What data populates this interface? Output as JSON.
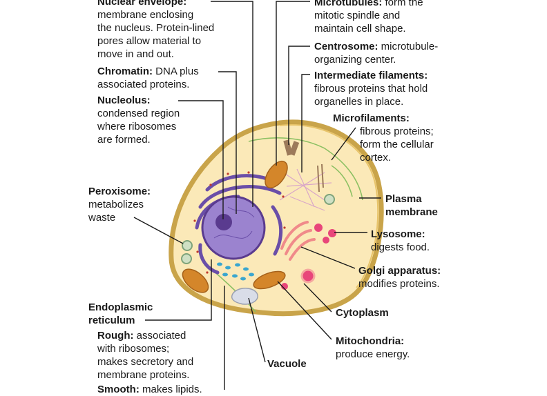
{
  "labels": {
    "nuclear_envelope": {
      "name": "Nuclear envelope:",
      "lines": [
        "membrane enclosing",
        "the nucleus. Protein-lined",
        "pores allow material to",
        "move in and out."
      ]
    },
    "chromatin": {
      "name": "Chromatin:",
      "first_rest": " DNA plus",
      "lines": [
        "associated proteins."
      ]
    },
    "nucleolus": {
      "name": "Nucleolus:",
      "lines": [
        "condensed region",
        "where ribosomes",
        "are formed."
      ]
    },
    "peroxisome": {
      "name": "Peroxisome:",
      "lines": [
        "metabolizes",
        "waste"
      ]
    },
    "endoplasmic_reticulum": {
      "name_line1": "Endoplasmic",
      "name_line2": "reticulum"
    },
    "rough_er": {
      "name": "Rough:",
      "first_rest": " associated",
      "lines": [
        "with ribosomes;",
        "makes secretory and",
        "membrane proteins."
      ]
    },
    "smooth_er": {
      "name": "Smooth:",
      "first_rest": " makes lipids."
    },
    "microtubules": {
      "name": "Microtubules:",
      "first_rest": " form the",
      "lines": [
        "mitotic spindle and",
        "maintain cell shape."
      ]
    },
    "centrosome": {
      "name": "Centrosome:",
      "first_rest": " microtubule-",
      "lines": [
        "organizing center."
      ]
    },
    "intermediate_filaments": {
      "name": "Intermediate filaments:",
      "lines": [
        "fibrous proteins that hold",
        "organelles in place."
      ]
    },
    "microfilaments": {
      "name": "Microfilaments:",
      "lines": [
        "fibrous proteins;",
        "form the cellular",
        "cortex."
      ]
    },
    "plasma_membrane": {
      "name_line1": "Plasma",
      "name_line2": "membrane"
    },
    "lysosome": {
      "name": "Lysosome:",
      "lines": [
        "digests food."
      ]
    },
    "golgi": {
      "name": "Golgi apparatus:",
      "lines": [
        "modifies proteins."
      ]
    },
    "cytoplasm": {
      "name": "Cytoplasm"
    },
    "mitochondria": {
      "name": "Mitochondria:",
      "lines": [
        "produce energy."
      ]
    },
    "vacuole": {
      "name": "Vacuole"
    }
  },
  "colors": {
    "cell_membrane": "#c9a44a",
    "cytoplasm": "#fbe9b8",
    "nucleus": "#8a6fc0",
    "nucleolus": "#5a3b8f",
    "rough_er": "#6a4ea8",
    "smooth_er": "#3aa6cf",
    "mitochondria": "#d4862a",
    "golgi": "#f08a8a",
    "lysosome": "#e8467a",
    "peroxisome": "#9cc29a",
    "vacuole": "#d9dde8",
    "microfilament": "#8cc063",
    "leader_line": "#1a1a1a"
  }
}
